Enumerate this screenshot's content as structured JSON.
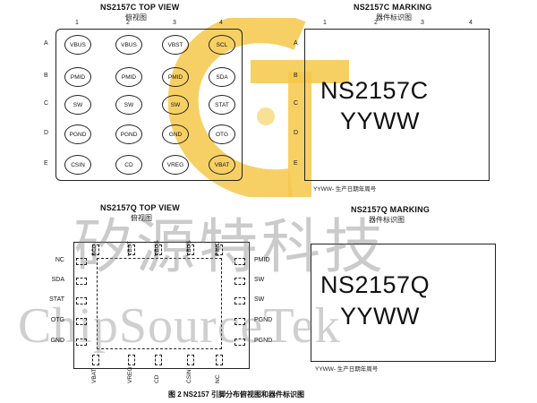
{
  "top_bga": {
    "title": "NS2157C TOP VIEW",
    "subtitle": "俯视图",
    "columns": [
      "1",
      "2",
      "3",
      "4"
    ],
    "rows": [
      "A",
      "B",
      "C",
      "D",
      "E"
    ],
    "balls": [
      [
        "VBUS",
        "VBUS",
        "VBST",
        "SCL"
      ],
      [
        "PMID",
        "PMID",
        "PMID",
        "SDA"
      ],
      [
        "SW",
        "SW",
        "SW",
        "STAT"
      ],
      [
        "PGND",
        "PGND",
        "GND",
        "OTG"
      ],
      [
        "CSIN",
        "CD",
        "VREG",
        "VBAT"
      ]
    ]
  },
  "top_marking": {
    "title": "NS2157C  MARKING",
    "subtitle": "器件标识图",
    "columns": [
      "1",
      "2",
      "3",
      "4"
    ],
    "rows": [
      "A",
      "B",
      "C",
      "D",
      "E"
    ],
    "line1": "NS2157C",
    "line2": "YYWW",
    "note": "YYWW- 生产日期年周号"
  },
  "bottom_qfn": {
    "title": "NS2157Q TOP VIEW",
    "subtitle": "俯视图",
    "left_pins": [
      "NC",
      "SDA",
      "STAT",
      "OTG",
      "GND"
    ],
    "right_pins": [
      "PMID",
      "SW",
      "SW",
      "PGND",
      "PGND"
    ],
    "top_pins": [
      "SCL",
      "VBST",
      "VBUS",
      "VBUS",
      "PMID"
    ],
    "bottom_pins": [
      "VBAT",
      "VREG",
      "CD",
      "CSIN",
      "NC"
    ]
  },
  "bottom_marking": {
    "title": "NS2157Q MARKING",
    "subtitle": "器件标识图",
    "line1": "NS2157Q",
    "line2": "YYWW",
    "note": "YYWW- 生产日期年周号"
  },
  "watermark": {
    "cn": "矽源特科技",
    "en": "ChipSourceTek",
    "logo_colors": [
      "#f6c84a",
      "#f7dd8a"
    ]
  },
  "caption": "图 2    NS2157 引脚分布俯视图和器件标识图"
}
